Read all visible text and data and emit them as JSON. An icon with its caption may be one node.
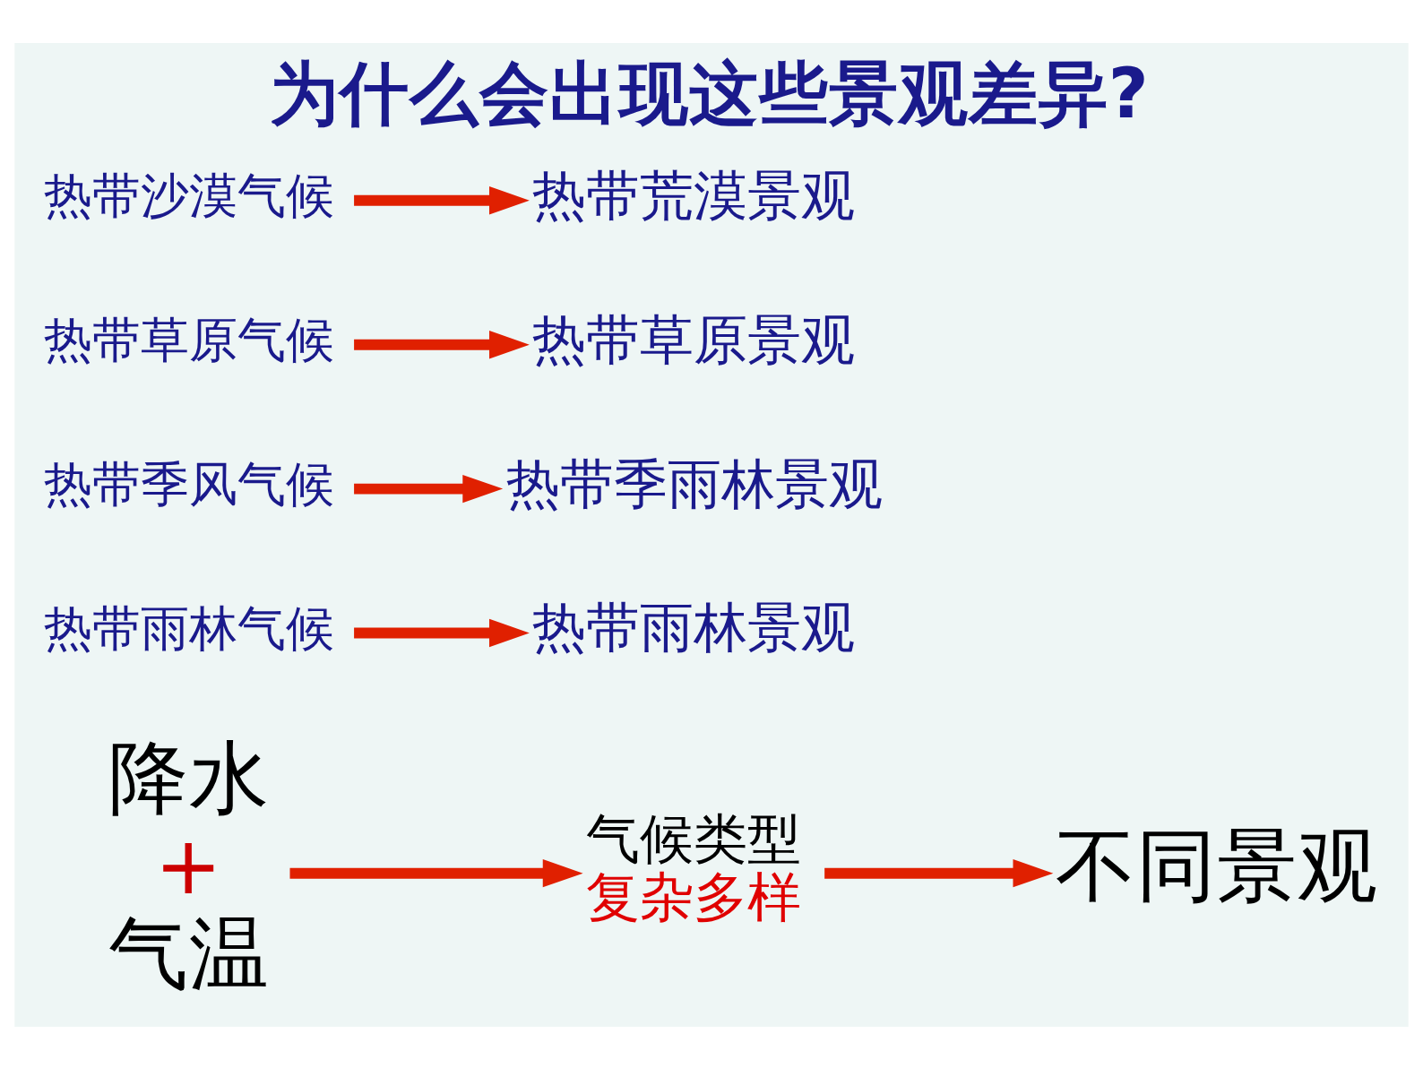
{
  "diagram": {
    "title": "为什么会出现这些景观差异?",
    "nodes": [
      {
        "text": [
          "降水",
          "+",
          "气温"
        ]
      },
      {
        "text": [
          "气候类型",
          "复杂多样"
        ]
      },
      {
        "text": [
          "不同景观"
        ]
      },
      {
        "text": [
          "热带雨林气候"
        ]
      },
      {
        "text": [
          "热带雨林景观"
        ]
      },
      {
        "text": [
          "热带季风气候"
        ]
      },
      {
        "text": [
          "热带季雨林景观"
        ]
      },
      {
        "text": [
          "热带草原气候"
        ]
      },
      {
        "text": [
          "热带草原景观"
        ]
      },
      {
        "text": [
          "热带沙漠气候"
        ]
      },
      {
        "text": [
          "热带荒漠景观"
        ]
      }
    ],
    "edges": [
      {
        "from": 0,
        "to": 1,
        "arrow": "to"
      },
      {
        "from": 1,
        "to": 2,
        "arrow": "to"
      },
      {
        "from": 3,
        "to": 4,
        "arrow": "to"
      },
      {
        "from": 5,
        "to": 6,
        "arrow": "to"
      },
      {
        "from": 7,
        "to": 8,
        "arrow": "to"
      },
      {
        "from": 9,
        "to": 10,
        "arrow": "to"
      }
    ]
  }
}
